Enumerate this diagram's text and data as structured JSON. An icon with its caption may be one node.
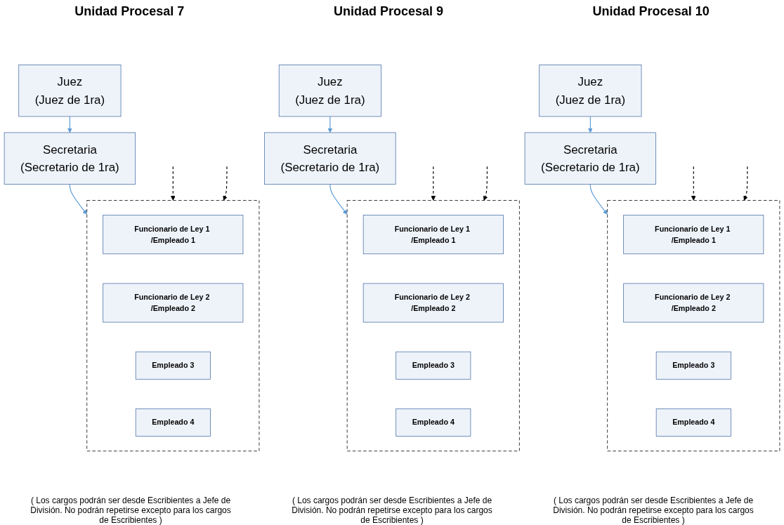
{
  "diagram": {
    "nodes": [
      {
        "text": [
          "Juez",
          "(Juez de 1ra)"
        ]
      },
      {
        "text": [
          "Secretaria",
          "(Secretario de 1ra)"
        ]
      },
      {
        "text": [],
        "shape": "box"
      },
      {
        "text": [
          "Funcionario de Ley 1 /Empleado 1"
        ],
        "in": 2
      },
      {
        "text": [
          "Funcionario de Ley 2 /Empleado 2"
        ],
        "in": 2
      },
      {
        "text": [
          "Empleado 3"
        ],
        "in": 2
      },
      {
        "text": [
          "Empleado 4"
        ],
        "in": 2
      },
      {
        "text": [
          "Juez",
          "(Juez de 1ra)"
        ]
      },
      {
        "text": [
          "Secretaria",
          "(Secretario de 1ra)"
        ]
      },
      {
        "text": [],
        "shape": "box"
      },
      {
        "text": [
          "Funcionario de Ley 1 /Empleado 1"
        ],
        "in": 9
      },
      {
        "text": [
          "Funcionario de Ley 2 /Empleado 2"
        ],
        "in": 9
      },
      {
        "text": [
          "Empleado 3"
        ],
        "in": 9
      },
      {
        "text": [
          "Empleado 4"
        ],
        "in": 9
      },
      {
        "text": [
          "Juez",
          "(Juez de 1ra)"
        ]
      },
      {
        "text": [
          "Secretaria",
          "(Secretario de 1ra)"
        ]
      },
      {
        "text": [],
        "shape": "box"
      },
      {
        "text": [
          "Funcionario de Ley 1 /Empleado 1"
        ],
        "in": 16
      },
      {
        "text": [
          "Funcionario de Ley 2 /Empleado 2"
        ],
        "in": 16
      },
      {
        "text": [
          "Empleado 3"
        ],
        "in": 16
      },
      {
        "text": [
          "Empleado 4"
        ],
        "in": 16
      }
    ],
    "edges": [
      {
        "from": 0,
        "to": 1,
        "arrow": "to",
        "color": "#5b9bd5"
      },
      {
        "from": 1,
        "to": 2,
        "arrow": "to",
        "color": "#5b9bd5"
      },
      {
        "from": null,
        "to": 2,
        "arrow": "to",
        "style": "dashed",
        "color": "#000000"
      },
      {
        "from": null,
        "to": 2,
        "arrow": "to",
        "style": "dashed",
        "color": "#000000"
      },
      {
        "from": 7,
        "to": 8,
        "arrow": "to",
        "color": "#5b9bd5"
      },
      {
        "from": 8,
        "to": 9,
        "arrow": "to",
        "color": "#5b9bd5"
      },
      {
        "from": null,
        "to": 9,
        "arrow": "to",
        "style": "dashed",
        "color": "#000000"
      },
      {
        "from": null,
        "to": 9,
        "arrow": "to",
        "style": "dashed",
        "color": "#000000"
      },
      {
        "from": 14,
        "to": 15,
        "arrow": "to",
        "color": "#5b9bd5"
      },
      {
        "from": 15,
        "to": 16,
        "arrow": "to",
        "color": "#5b9bd5"
      },
      {
        "from": null,
        "to": 16,
        "arrow": "to",
        "style": "dashed",
        "color": "#000000"
      },
      {
        "from": null,
        "to": 16,
        "arrow": "to",
        "style": "dashed",
        "color": "#000000"
      }
    ],
    "labels": [
      "Unidad Procesal 7",
      "Unidad Procesal 9",
      "Unidad Procesal 10",
      "( Los cargos podrán ser desde Escribientes a Jefe de División. No podrán repetirse excepto para los cargos de Escribientes )",
      "( Los cargos podrán ser desde Escribientes a Jefe de División. No podrán repetirse excepto para los cargos de Escribientes )",
      "( Los cargos podrán ser desde Escribientes a Jefe de División. No podrán repetirse excepto para los cargos de Escribientes )"
    ]
  }
}
